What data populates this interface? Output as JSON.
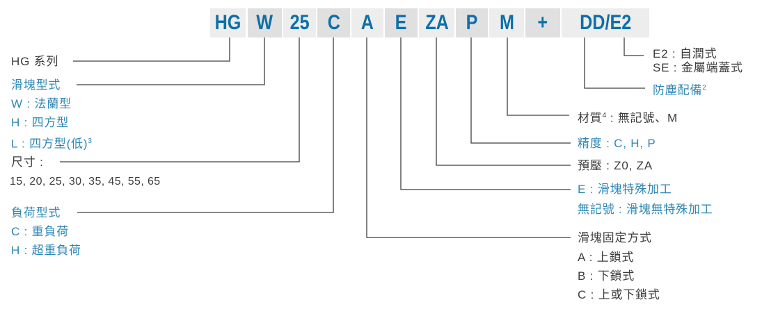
{
  "colors": {
    "code_blue": "#0f6fa8",
    "label_blue": "#2d87b5",
    "text_dark": "#3d3d3d",
    "line_gray": "#3f3f3f",
    "box_light": "#ededed",
    "box_dark": "#e0e0e0"
  },
  "model_code": {
    "segments": [
      "HG",
      "W",
      "25",
      "C",
      "A",
      "E",
      "ZA",
      "P",
      "M",
      "+",
      "DD/E2"
    ]
  },
  "left": {
    "series": "HG 系列",
    "slider_type": "滑塊型式",
    "slider_options": [
      "W : 法蘭型",
      "H : 四方型"
    ],
    "slider_low": "L : 四方型(低)",
    "slider_low_sup": "3",
    "size": "尺寸 :",
    "size_values": "15, 20, 25, 30, 35, 45, 55, 65",
    "load_type": "負荷型式",
    "load_options": [
      "C : 重負荷",
      "H : 超重負荷"
    ]
  },
  "right": {
    "dust_options": [
      "E2 : 自潤式",
      "SE : 金屬端蓋式"
    ],
    "dust": "防塵配備",
    "dust_sup": "2",
    "material": "材質",
    "material_sup": "4",
    "material_rest": " : 無記號、M",
    "precision": "精度 : C, H, P",
    "preload": "預壓 : Z0, ZA",
    "special_e": "E : 滑塊特殊加工",
    "special_none": "無記號 : 滑塊無特殊加工",
    "fixing": "滑塊固定方式",
    "fixing_options": [
      "A : 上鎖式",
      "B : 下鎖式",
      "C : 上或下鎖式"
    ]
  }
}
